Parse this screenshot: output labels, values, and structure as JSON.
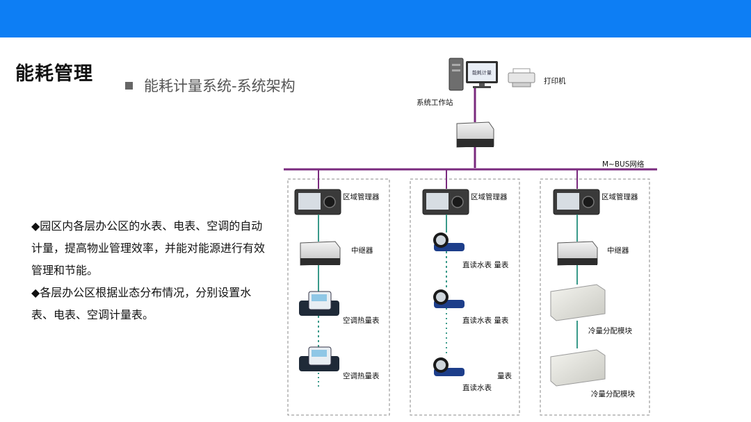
{
  "header": {
    "title": "能耗管理"
  },
  "subtitle": "能耗计量系统-系统架构",
  "bullets": [
    "◆园区内各层办公区的水表、电表、空调的自动计量，提高物业管理效率，并能对能源进行有效管理和节能。",
    "◆各层办公区根据业态分布情况，分别设置水表、电表、空调计量表。"
  ],
  "diagram": {
    "workstation_label": "系统工作站",
    "screen_text": "能耗计量",
    "printer_label": "打印机",
    "network_label": "M~BUS网络",
    "columns": [
      {
        "manager_label": "区域管理器",
        "repeater_label": "中继器",
        "devices": [
          "空调热量表",
          "空调热量表"
        ]
      },
      {
        "manager_label": "区域管理器",
        "devices": [
          "直读水表 量表",
          "直读水表 量表",
          "量表",
          "直读水表"
        ]
      },
      {
        "manager_label": "区域管理器",
        "repeater_label": "中继器",
        "devices": [
          "冷量分配模块",
          "冷量分配模块"
        ]
      }
    ]
  },
  "colors": {
    "top_bar": "#0d7ef4",
    "bus_line": "#7a2a7e",
    "link_line": "#3a9a8a"
  }
}
